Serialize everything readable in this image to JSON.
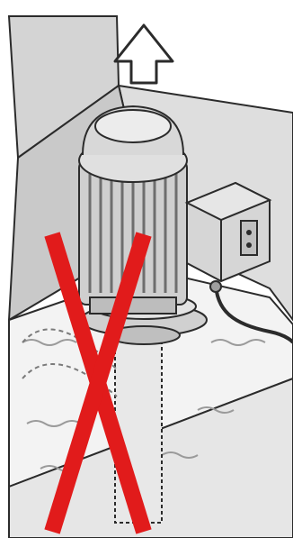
{
  "illustration": {
    "subject": "pump-motor-in-tank",
    "arrow_direction": "up",
    "prohibition_mark": "red-x"
  },
  "colors": {
    "background": "#ffffff",
    "tank_wall": "#d9d9d9",
    "tank_wall_dark": "#bdbdbd",
    "outline": "#2b2b2b",
    "motor_body": "#cfcfcf",
    "motor_shadow": "#9e9e9e",
    "liquid": "#f1f1f1",
    "prohibition": "#e11b1b"
  }
}
